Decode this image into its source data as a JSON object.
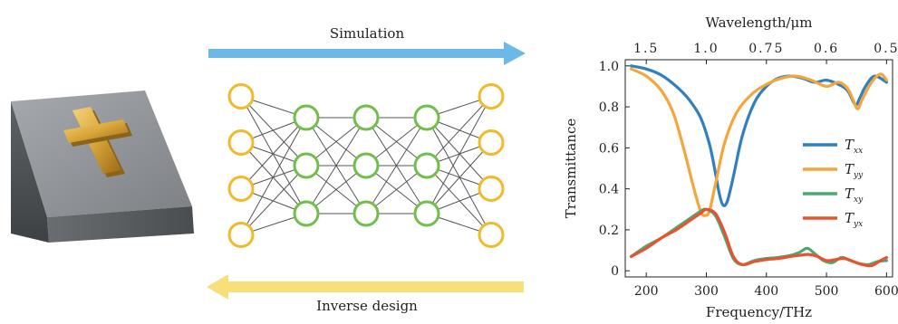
{
  "pipeline": {
    "forward_label": "Simulation",
    "inverse_label": "Inverse design",
    "forward_color": "#6cb8e6",
    "inverse_color": "#f7df7a"
  },
  "network": {
    "layer_sizes": [
      4,
      3,
      3,
      3,
      4
    ],
    "layer_colors": [
      "#f2b92c",
      "#6fbf4a",
      "#6fbf4a",
      "#6fbf4a",
      "#f2b92c"
    ],
    "edge_color": "#555555"
  },
  "device": {
    "substrate_color": "#8c8f93",
    "structure": "gold-cross",
    "structure_color": "#d9a63a"
  },
  "chart_data": {
    "type": "line",
    "xlabel": "Frequency/THz",
    "ylabel": "Transmittance",
    "top_xlabel": "Wavelength/μm",
    "xlim": [
      165,
      610
    ],
    "ylim": [
      -0.03,
      1.03
    ],
    "x_ticks": [
      200,
      300,
      400,
      500,
      600
    ],
    "y_ticks": [
      0,
      0.2,
      0.4,
      0.6,
      0.8,
      1.0
    ],
    "y_tick_labels": [
      "0",
      "0.2",
      "0.4",
      "0.6",
      "0.8",
      "1.0"
    ],
    "top_ticks": [
      {
        "label": "1.5",
        "freq": 200
      },
      {
        "label": "1.0",
        "freq": 300
      },
      {
        "label": "0.75",
        "freq": 400
      },
      {
        "label": "0.6",
        "freq": 500
      },
      {
        "label": "0.5",
        "freq": 600
      }
    ],
    "legend_position": "right",
    "series": [
      {
        "name": "T",
        "sub": "xx",
        "color": "#2f7fc1",
        "x": [
          175,
          200,
          225,
          250,
          270,
          290,
          305,
          315,
          322,
          328,
          335,
          345,
          360,
          380,
          400,
          420,
          440,
          460,
          480,
          500,
          520,
          535,
          548,
          555,
          565,
          580,
          600
        ],
        "y": [
          1.0,
          0.985,
          0.955,
          0.9,
          0.84,
          0.75,
          0.62,
          0.48,
          0.37,
          0.32,
          0.34,
          0.46,
          0.66,
          0.82,
          0.9,
          0.94,
          0.95,
          0.94,
          0.92,
          0.93,
          0.91,
          0.88,
          0.81,
          0.84,
          0.9,
          0.95,
          0.92
        ]
      },
      {
        "name": "T",
        "sub": "yy",
        "color": "#f5a63a",
        "x": [
          175,
          200,
          225,
          245,
          262,
          275,
          285,
          292,
          298,
          305,
          315,
          330,
          350,
          375,
          400,
          425,
          450,
          475,
          500,
          520,
          535,
          545,
          552,
          560,
          575,
          590,
          600
        ],
        "y": [
          0.985,
          0.95,
          0.88,
          0.77,
          0.6,
          0.45,
          0.34,
          0.28,
          0.27,
          0.29,
          0.42,
          0.62,
          0.77,
          0.86,
          0.91,
          0.94,
          0.95,
          0.93,
          0.9,
          0.92,
          0.89,
          0.83,
          0.79,
          0.84,
          0.92,
          0.96,
          0.93
        ]
      },
      {
        "name": "T",
        "sub": "xy",
        "color": "#4aa875",
        "x": [
          175,
          200,
          225,
          250,
          270,
          290,
          300,
          315,
          330,
          345,
          360,
          380,
          400,
          420,
          440,
          455,
          468,
          480,
          495,
          510,
          525,
          540,
          555,
          570,
          585,
          600
        ],
        "y": [
          0.07,
          0.12,
          0.16,
          0.21,
          0.25,
          0.29,
          0.3,
          0.27,
          0.17,
          0.06,
          0.03,
          0.05,
          0.06,
          0.065,
          0.075,
          0.09,
          0.11,
          0.085,
          0.05,
          0.04,
          0.065,
          0.05,
          0.035,
          0.03,
          0.045,
          0.05
        ]
      },
      {
        "name": "T",
        "sub": "yx",
        "color": "#e8532f",
        "x": [
          175,
          200,
          225,
          250,
          270,
          290,
          300,
          315,
          330,
          345,
          360,
          380,
          400,
          420,
          440,
          455,
          470,
          485,
          500,
          515,
          530,
          545,
          560,
          575,
          590,
          600
        ],
        "y": [
          0.07,
          0.11,
          0.16,
          0.2,
          0.24,
          0.28,
          0.3,
          0.28,
          0.19,
          0.07,
          0.03,
          0.045,
          0.055,
          0.06,
          0.07,
          0.075,
          0.08,
          0.07,
          0.05,
          0.055,
          0.06,
          0.045,
          0.03,
          0.025,
          0.05,
          0.065
        ]
      }
    ]
  }
}
